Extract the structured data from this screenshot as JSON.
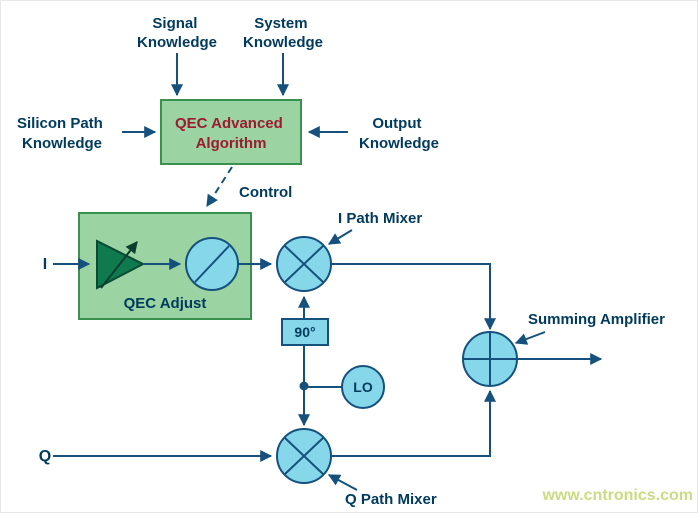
{
  "diagram": {
    "labels": {
      "signal_knowledge": [
        "Signal",
        "Knowledge"
      ],
      "system_knowledge": [
        "System",
        "Knowledge"
      ],
      "silicon_path_knowledge": [
        "Silicon Path",
        "Knowledge"
      ],
      "output_knowledge": [
        "Output",
        "Knowledge"
      ],
      "qec_advanced_algorithm": [
        "QEC Advanced",
        "Algorithm"
      ],
      "control": "Control",
      "qec_adjust": "QEC Adjust",
      "i_input": "I",
      "q_input": "Q",
      "i_path_mixer": "I Path Mixer",
      "q_path_mixer": "Q Path Mixer",
      "phase_shift": "90°",
      "lo": "LO",
      "summing_amplifier": "Summing Amplifier"
    },
    "watermark": "www.cntronics.com",
    "colors": {
      "background": "#ffffff",
      "text_navy": "#003a5d",
      "text_red": "#9b1b31",
      "box_green_fill": "#9bd3a2",
      "box_green_stroke": "#39904f",
      "node_blue_fill": "#87d7eb",
      "line_navy": "#15517c",
      "amp_green": "#0e7a4e",
      "amp_green_dark": "#084a33",
      "amp_arrow": "#0b3d2e",
      "watermark_green": "#c9dc82"
    }
  }
}
